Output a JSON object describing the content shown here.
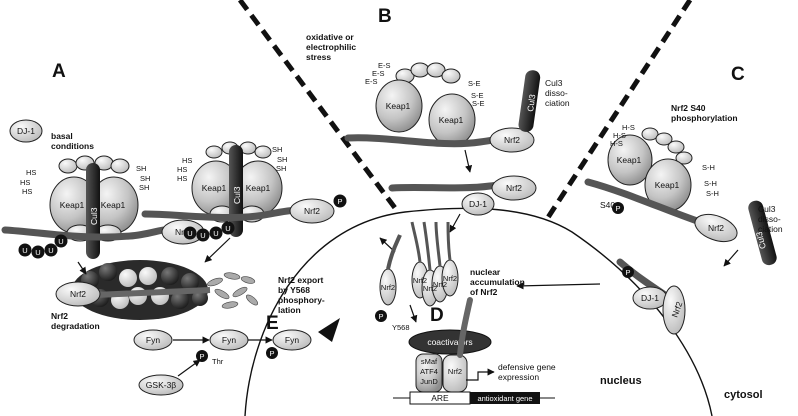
{
  "panels": {
    "a": "A",
    "b": "B",
    "c": "C",
    "d": "D",
    "e": "E"
  },
  "proteins": {
    "keap1": "Keap1",
    "cul3": "Cul3",
    "nrf2": "Nrf2",
    "dj1": "DJ-1",
    "fyn": "Fyn",
    "gsk3b": "GSK-3β",
    "ub": "U",
    "phos": "P",
    "thr": "Thr",
    "y568": "Y568",
    "s40": "S40",
    "sh": "SH",
    "hs": "HS",
    "s_h": "S-H",
    "h_s": "H-S",
    "e_s": "E-S",
    "s_e": "S-E"
  },
  "panel_a": {
    "conditions_line1": "basal",
    "conditions_line2": "conditions",
    "degradation_line1": "Nrf2",
    "degradation_line2": "degradation"
  },
  "panel_b": {
    "stress_line1": "oxidative or",
    "stress_line2": "electrophilic",
    "stress_line3": "stress",
    "dissoc_line1": "Cul3",
    "dissoc_line2": "disso-",
    "dissoc_line3": "ciation"
  },
  "panel_c": {
    "title_line1": "Nrf2 S40",
    "title_line2": "phosphorylation",
    "dissoc_line1": "Cul3",
    "dissoc_line2": "disso-",
    "dissoc_line3": "ciation"
  },
  "panel_e": {
    "line1": "Nrf2 export",
    "line2": "by Y568",
    "line3": "phosphory-",
    "line4": "lation"
  },
  "nuclear": {
    "line1": "nuclear",
    "line2": "accumulation",
    "line3": "of Nrf2"
  },
  "panel_d": {
    "coactivators": "coactivators",
    "smaf": "sMaf",
    "atf4": "ATF4",
    "jund": "JunD",
    "are": "ARE",
    "antioxidant_gene": "antioxidant gene",
    "defensive_line1": "defensive gene",
    "defensive_line2": "expression"
  },
  "compartments": {
    "nucleus": "nucleus",
    "cytosol": "cytosol"
  }
}
